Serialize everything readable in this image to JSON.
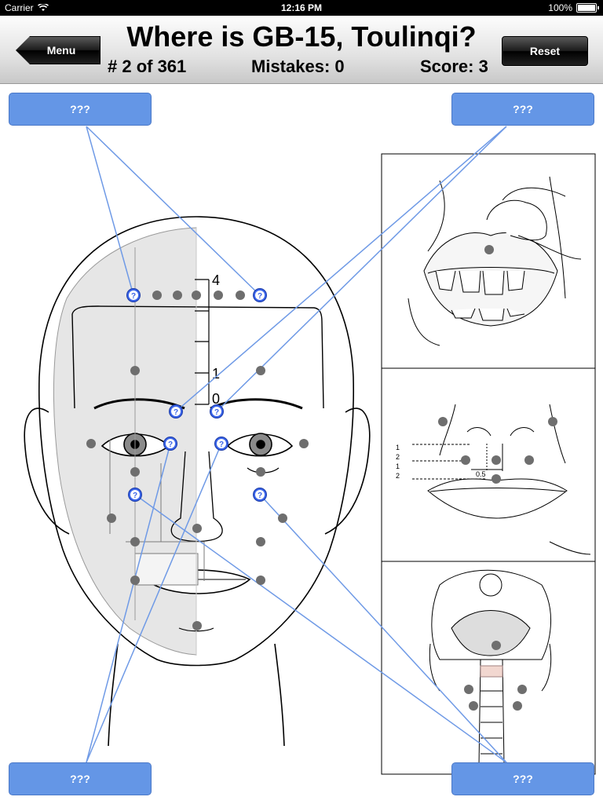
{
  "status_bar": {
    "carrier": "Carrier",
    "time": "12:16 PM",
    "battery": "100%"
  },
  "header": {
    "title": "Where is GB-15, Toulinqi?",
    "menu_label": "Menu",
    "reset_label": "Reset",
    "progress": "# 2 of 361",
    "mistakes": "Mistakes: 0",
    "score": "Score: 3"
  },
  "answers": {
    "top_left": "???",
    "top_right": "???",
    "bottom_left": "???",
    "bottom_right": "???"
  },
  "ruler": {
    "top": "4",
    "mid": "1",
    "bottom": "0"
  },
  "inset": {
    "half_a": "1",
    "half_a_den": "2",
    "half_b": "1",
    "half_b_den": "2",
    "offset": "0.5"
  },
  "colors": {
    "answer": "#6496e6",
    "leader_line": "#6f9ae6",
    "candidate": "#3a64e8",
    "point": "#6e6e6e"
  },
  "icons": {
    "candidate_marker": "question-circle-icon"
  }
}
